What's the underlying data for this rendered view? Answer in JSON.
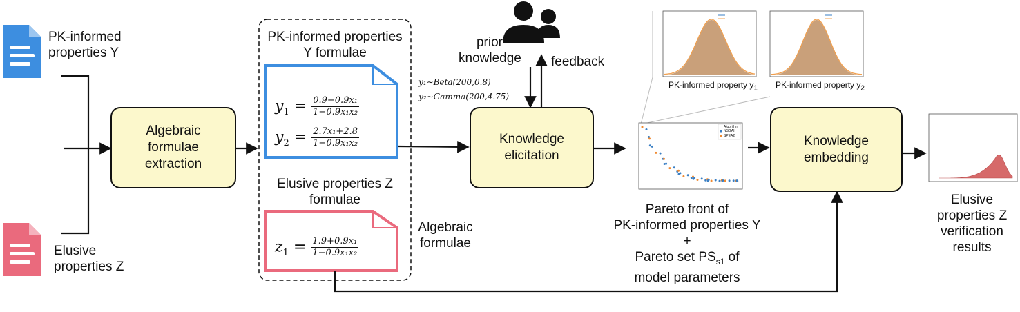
{
  "inputs": {
    "pk_label": "PK-informed properties Y",
    "elusive_label": "Elusive properties Z"
  },
  "boxes": {
    "extraction": "Algebraic formulae extraction",
    "elicitation": "Knowledge elicitation",
    "embedding": "Knowledge embedding"
  },
  "formulae_panel": {
    "pk_title": "PK-informed properties Y formulae",
    "elusive_title": "Elusive properties Z formulae",
    "caption": "Algebraic formulae",
    "y1_lhs": "y",
    "y1_sub": "1",
    "y1_num": "0.9−0.9x₁",
    "y1_den": "1−0.9x₁x₂",
    "y2_lhs": "y",
    "y2_sub": "2",
    "y2_num": "2.7x₁+2.8",
    "y2_den": "1−0.9x₁x₂",
    "z1_lhs": "z",
    "z1_sub": "1",
    "z1_num": "1.9+0.9x₁",
    "z1_den": "1−0.9x₁x₂"
  },
  "knowledge": {
    "prior": "prior knowledge",
    "feedback": "feedback",
    "dist1": "y₁∼Beta(200,0.8)",
    "dist2": "y₂∼Gamma(200,4.75)"
  },
  "histograms": {
    "caption1": "PK-informed property y",
    "caption1_sub": "1",
    "caption2": "PK-informed property y",
    "caption2_sub": "2"
  },
  "pareto": {
    "line1": "Pareto front of",
    "line2": "PK-informed properties Y",
    "line3": "+",
    "line4": "Pareto set PS",
    "line4_sub": "s1",
    "line4_tail": " of",
    "line5": "model parameters",
    "legend_title": "Algorithm",
    "legend_a": "NSGAII",
    "legend_b": "SPEA2"
  },
  "output": {
    "label": "Elusive properties Z verification results"
  },
  "colors": {
    "box_fill": "#fcf8cc",
    "doc_blue": "#3d8ee0",
    "doc_red": "#ea6a7d",
    "hist_fill": "#c9a07a",
    "hist_line": "#f0a050",
    "result_fill": "#d66a6a",
    "pareto_blue": "#3a7fc4",
    "pareto_orange": "#f08a30"
  }
}
